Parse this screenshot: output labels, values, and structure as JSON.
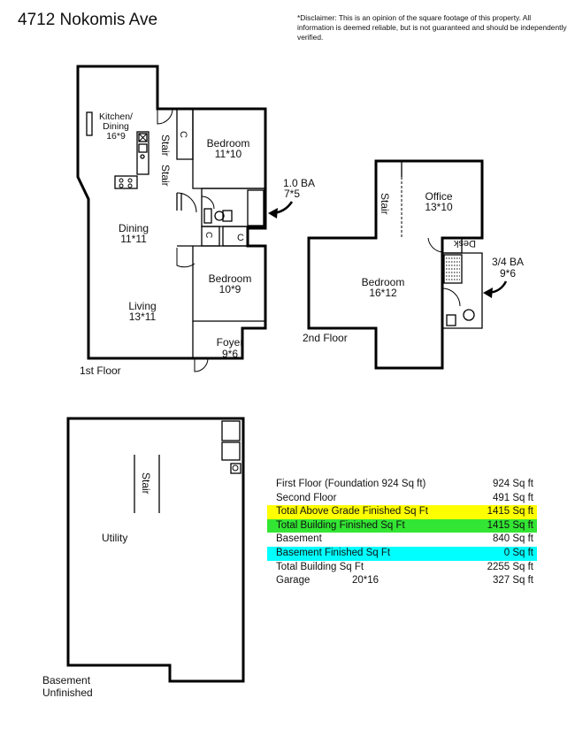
{
  "header": {
    "address": "4712 Nokomis Ave",
    "disclaimer": "*Disclaimer: This is an opinion of the square footage of this property. All information is deemed reliable, but is not guaranteed and should be independently verified."
  },
  "first_floor": {
    "label": "1st Floor",
    "kitchen": {
      "name": "Kitchen/\nDining",
      "name_line1": "Kitchen/",
      "name_line2": "Dining",
      "dims": "16*9"
    },
    "stair_a": "Stair",
    "stair_b": "Stair",
    "closet_top": "C",
    "bedroom_top": {
      "name": "Bedroom",
      "dims": "11*10"
    },
    "bath": {
      "name": "1.0 BA",
      "dims": "7*5"
    },
    "closet_left": "C",
    "closet_right": "C",
    "dining": {
      "name": "Dining",
      "dims": "11*11"
    },
    "bedroom_bottom": {
      "name": "Bedroom",
      "dims": "10*9"
    },
    "living": {
      "name": "Living",
      "dims": "13*11"
    },
    "foyer": {
      "name": "Foyer",
      "dims": "9*6"
    }
  },
  "second_floor": {
    "label": "2nd Floor",
    "stair": "Stair",
    "office": {
      "name": "Office",
      "dims": "13*10"
    },
    "desk": "Desk",
    "bedroom": {
      "name": "Bedroom",
      "dims": "16*12"
    },
    "bath": {
      "name": "3/4 BA",
      "dims": "9*6"
    }
  },
  "basement": {
    "label_line1": "Basement",
    "label_line2": "Unfinished",
    "stair": "Stair",
    "utility": "Utility"
  },
  "summary": [
    {
      "label": "First Floor (Foundation 924 Sq ft)",
      "dim": "",
      "value": "924 Sq ft",
      "highlight": ""
    },
    {
      "label": "Second Floor",
      "dim": "",
      "value": "491 Sq ft",
      "highlight": ""
    },
    {
      "label": "Total Above Grade Finished Sq Ft",
      "dim": "",
      "value": "1415 Sq ft",
      "highlight": "#ffff00"
    },
    {
      "label": "Total Building Finished Sq Ft",
      "dim": "",
      "value": "1415 Sq ft",
      "highlight": "#33e633"
    },
    {
      "label": "Basement",
      "dim": "",
      "value": "840 Sq ft",
      "highlight": ""
    },
    {
      "label": "Basement Finished Sq Ft",
      "dim": "",
      "value": "0 Sq ft",
      "highlight": "#00ffff"
    },
    {
      "label": "Total Building Sq Ft",
      "dim": "",
      "value": "2255 Sq ft",
      "highlight": ""
    },
    {
      "label": "Garage",
      "dim": "20*16",
      "value": "327 Sq ft",
      "highlight": ""
    }
  ]
}
